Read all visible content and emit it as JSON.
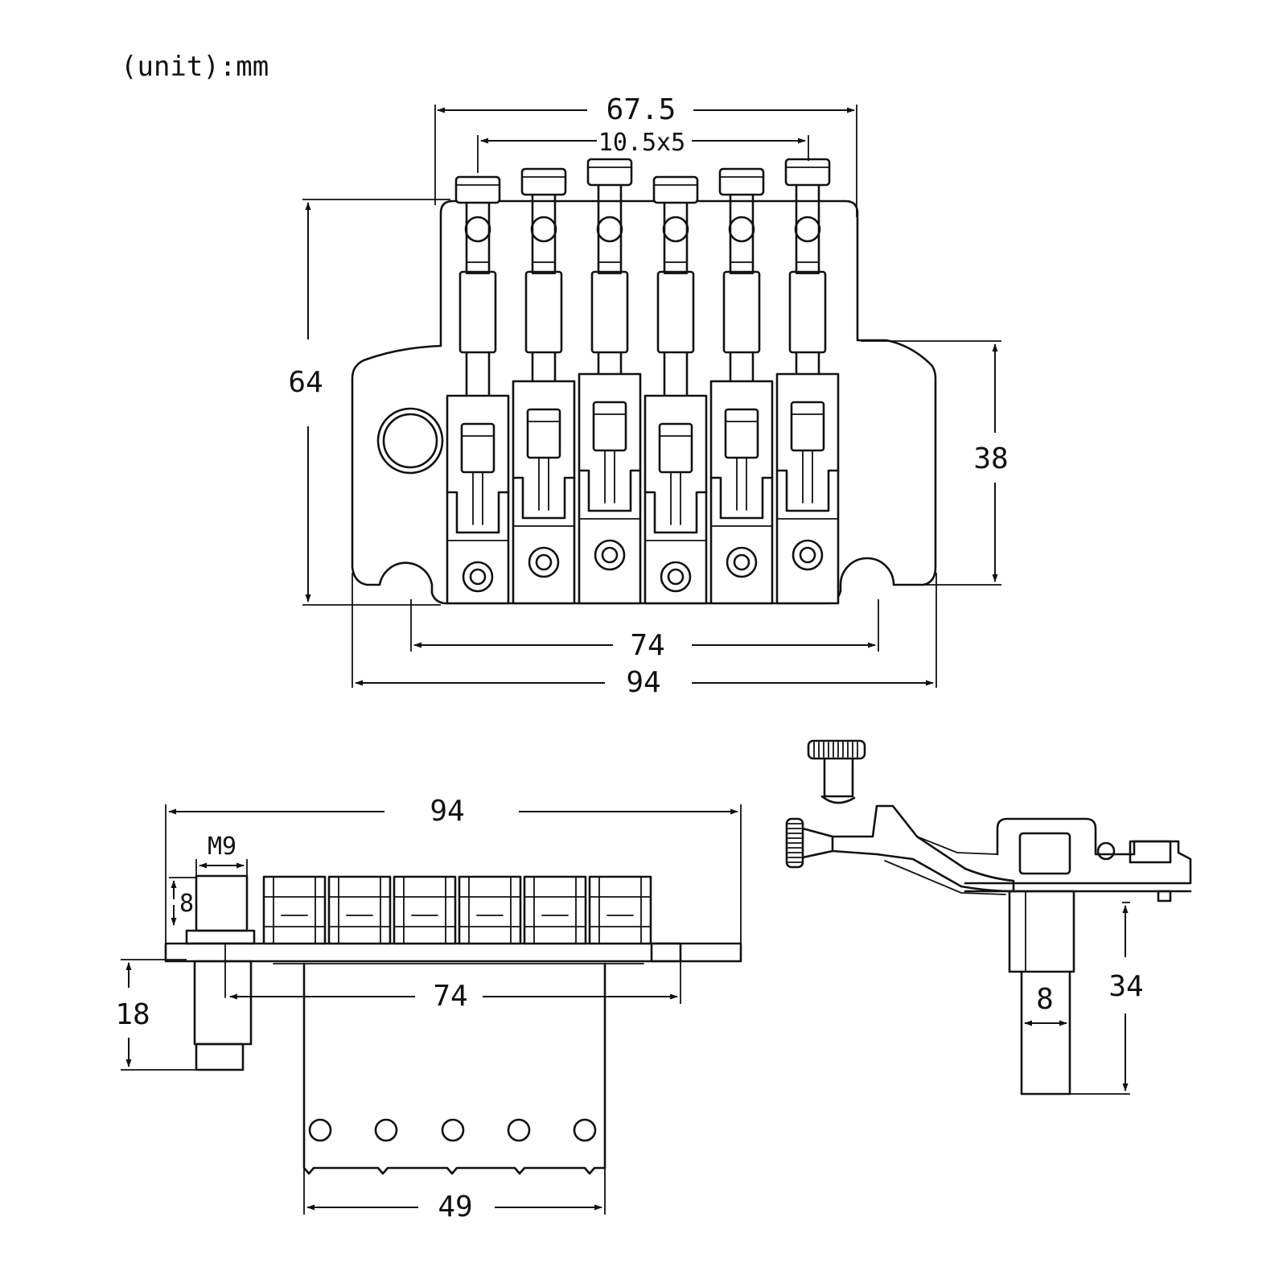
{
  "unit_note": "(unit):mm",
  "top_view": {
    "dim_overall_width_top": "67.5",
    "dim_saddle_pitch": "10.5x5",
    "dim_height": "64",
    "dim_plate_height": "38",
    "dim_stud_spacing": "74",
    "dim_base_width": "94"
  },
  "side_view": {
    "dim_overall_width": "94",
    "dim_stud_thread": "M9",
    "dim_stud_top": "8",
    "dim_depth": "18",
    "dim_stud_spacing": "74",
    "dim_block_width": "49"
  },
  "end_view": {
    "dim_stud_diameter": "8",
    "dim_block_depth": "34"
  }
}
